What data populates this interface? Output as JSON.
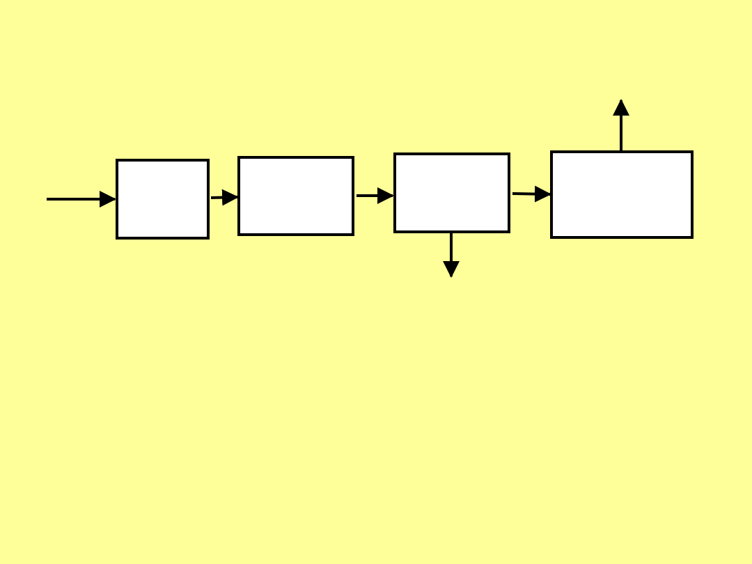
{
  "colors": {
    "background": "#FFFF99",
    "box_fill": "#FFFFFF",
    "stroke": "#000000"
  },
  "diagram": {
    "boxes": [
      {
        "id": "block-1",
        "label": ""
      },
      {
        "id": "block-2",
        "label": ""
      },
      {
        "id": "block-3",
        "label": ""
      },
      {
        "id": "block-4",
        "label": ""
      }
    ],
    "arrows": [
      {
        "from": "input",
        "to": "block-1"
      },
      {
        "from": "block-1",
        "to": "block-2"
      },
      {
        "from": "block-2",
        "to": "block-3"
      },
      {
        "from": "block-3",
        "to": "block-4"
      },
      {
        "from": "block-3",
        "to": "output-down"
      },
      {
        "from": "block-4",
        "to": "output-up"
      }
    ]
  }
}
